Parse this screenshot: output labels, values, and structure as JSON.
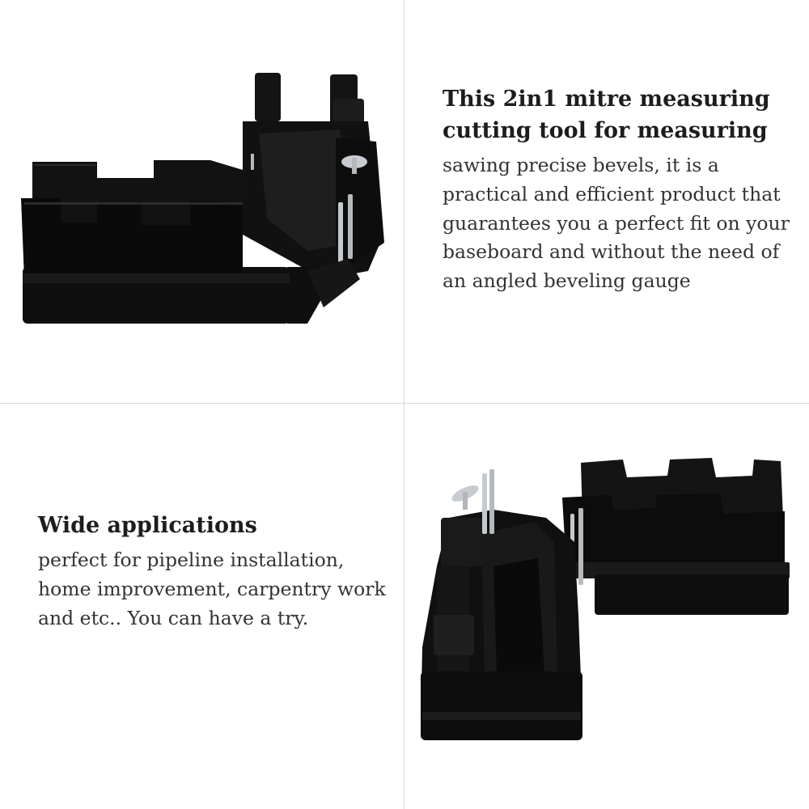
{
  "panel_top_right": {
    "heading": "This 2in1 mitre measuring cutting tool for measuring",
    "body": "sawing precise bevels, it is a practical and efficient product that guarantees you a perfect fit on your baseboard and without the need of an angled beveling gauge"
  },
  "panel_bottom_left": {
    "heading": "Wide applications",
    "body": "perfect for pipeline installation, home improvement, carpentry work and etc.. You can have a try."
  },
  "colors": {
    "background": "#ffffff",
    "divider": "#d8d8d8",
    "product": "#151515",
    "pin": "#bfc3c7"
  }
}
